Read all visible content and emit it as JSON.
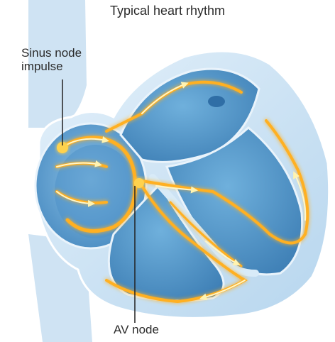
{
  "title": "Typical heart rhythm",
  "labels": {
    "sinus_node_line1": "Sinus node",
    "sinus_node_line2": "impulse",
    "av_node": "AV node"
  },
  "colors": {
    "tissue_light": "#d6e9f7",
    "tissue_mid": "#a9cde9",
    "chamber": "#5b9ccc",
    "chamber_dark": "#3f80b6",
    "outline": "#e9f3fb",
    "impulse": "#ffcc33",
    "impulse_core": "#fff8d6",
    "impulse_glow": "#ff9a1a",
    "leader": "#222222"
  }
}
